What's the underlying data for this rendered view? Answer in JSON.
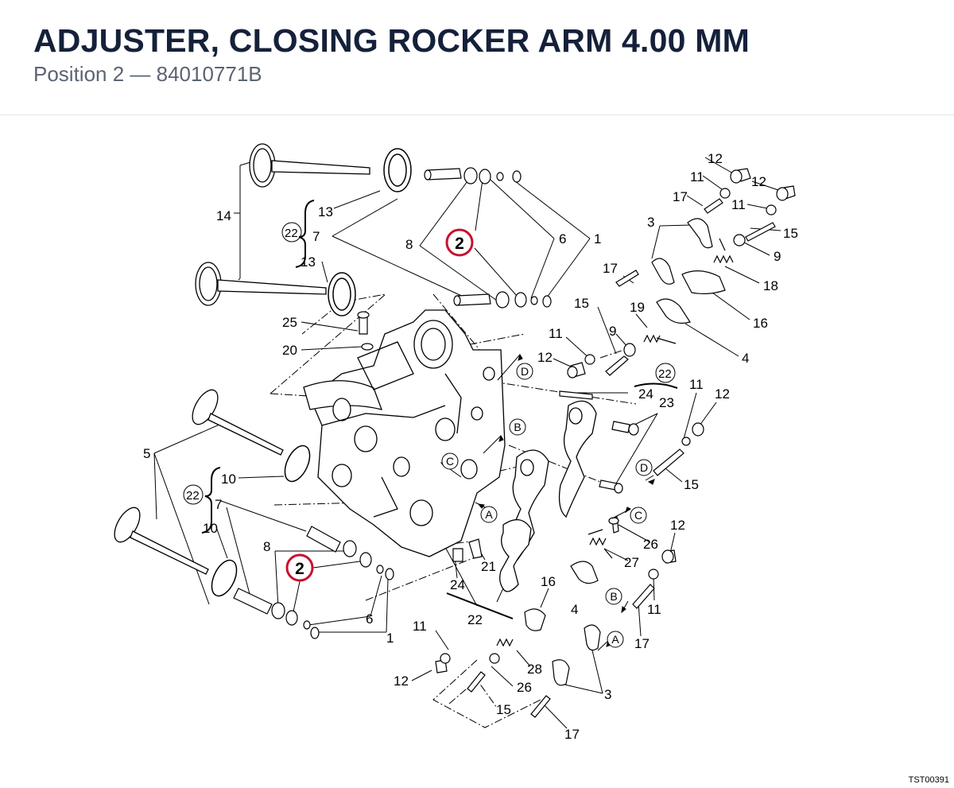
{
  "header": {
    "title": "ADJUSTER, CLOSING ROCKER ARM 4.00 MM",
    "subtitle": "Position 2 — 84010771B"
  },
  "diagram": {
    "drawing_id": "TST00391",
    "highlight_color": "#c8102e",
    "highlighted_part": "2",
    "labels": {
      "p14": "14",
      "p13a": "13",
      "p7a": "7",
      "p22a": "22",
      "p13b": "13",
      "p8a": "8",
      "p2a": "2",
      "p6a": "6",
      "p1a": "1",
      "p25": "25",
      "p20": "20",
      "p12a": "12",
      "p11a": "11",
      "p12b": "12",
      "p17a": "17",
      "p11b": "11",
      "p3a": "3",
      "p15a": "15",
      "p9a": "9",
      "p18": "18",
      "p17b": "17",
      "p16a": "16",
      "p15b": "15",
      "p19": "19",
      "p11c": "11",
      "p9b": "9",
      "p4a": "4",
      "p12c": "12",
      "pD1": "D",
      "pB1": "B",
      "pC1": "C",
      "pA1": "A",
      "p22b": "22",
      "p24a": "24",
      "p23": "23",
      "p11d": "11",
      "p12d": "12",
      "pD2": "D",
      "p15c": "15",
      "p5": "5",
      "p10a": "10",
      "p22c": "22",
      "p7b": "7",
      "p10b": "10",
      "p8b": "8",
      "p2b": "2",
      "p6b": "6",
      "p1b": "1",
      "p21": "21",
      "p24b": "24",
      "p22d": "22",
      "pC2": "C",
      "p26a": "26",
      "p27": "27",
      "p12e": "12",
      "p4b": "4",
      "pB2": "B",
      "p11e": "11",
      "p16b": "16",
      "p17c": "17",
      "pA2": "A",
      "p11f": "11",
      "p28": "28",
      "p12f": "12",
      "p26b": "26",
      "p3b": "3",
      "p15d": "15",
      "p17d": "17"
    }
  }
}
